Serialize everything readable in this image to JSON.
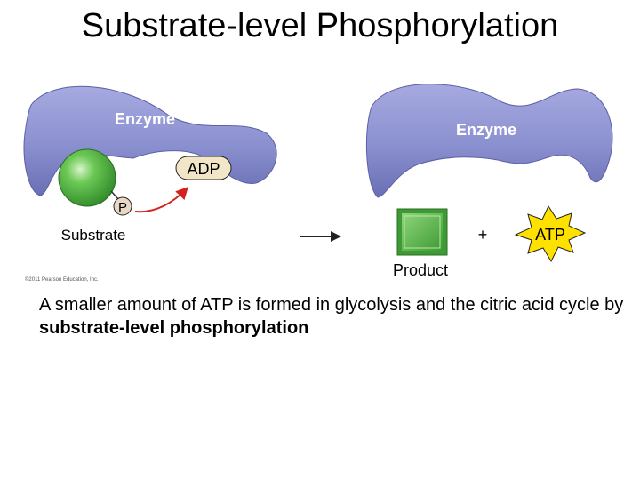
{
  "slide": {
    "title": "Substrate-level Phosphorylation"
  },
  "diagram": {
    "enzyme_left_label": "Enzyme",
    "enzyme_right_label": "Enzyme",
    "adp_label": "ADP",
    "phosphate_label": "P",
    "substrate_label": "Substrate",
    "plus_label": "+",
    "atp_label": "ATP",
    "product_label": "Product",
    "copyright": "©2011 Pearson Education, Inc.",
    "colors": {
      "enzyme": "#8a8fcf",
      "substrate": "#4caf3f",
      "product": "#5cbf4a",
      "atp_star": "#ffe100",
      "phosphate": "#e8d9c4",
      "arrow_red": "#d62020"
    }
  },
  "bullet": {
    "text_plain": "A smaller amount of ATP is formed in glycolysis and the citric acid cycle by ",
    "text_bold": "substrate-level phosphorylation"
  }
}
